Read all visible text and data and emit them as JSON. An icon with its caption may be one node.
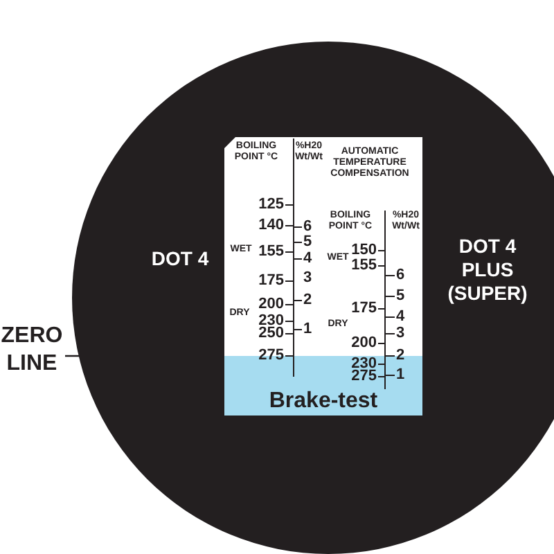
{
  "diagram": {
    "nodes": [
      {
        "text": [
          "ZERO LINE"
        ]
      },
      {
        "text": [
          "Brake-test"
        ]
      }
    ],
    "edges": [
      {
        "from": 0,
        "to": 1,
        "arrow": "none"
      }
    ],
    "labels": [
      "DOT 4",
      "BOILING POINT °C",
      "%H20 Wt/Wt",
      "125",
      "140",
      "155",
      "175",
      "200",
      "230",
      "250",
      "275",
      "6",
      "5",
      "4",
      "3",
      "2",
      "1",
      "WET",
      "DRY",
      "AUTOMATIC TEMPERATURE COMPENSATION",
      "BOILING POINT °C",
      "%H20 Wt/Wt",
      "150",
      "155",
      "175",
      "200",
      "230",
      "275",
      "6",
      "5",
      "4",
      "3",
      "2",
      "1",
      "WET",
      "DRY",
      "DOT 4 PLUS (SUPER)"
    ]
  }
}
